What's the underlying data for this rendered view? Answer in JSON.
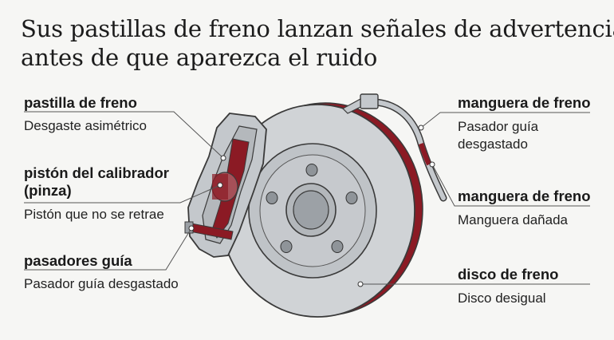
{
  "title_line1": "Sus pastillas de freno lanzan señales de advertencia",
  "title_line2": "antes de que aparezca el ruido",
  "labels": {
    "pastilla": {
      "head": "pastilla de freno",
      "sub": "Desgaste asimétrico"
    },
    "piston": {
      "head1": "pistón del calibrador",
      "head2": "(pinza)",
      "sub": "Pistón que no se retrae"
    },
    "pasadores": {
      "head": "pasadores guía",
      "sub": "Pasador guía desgastado"
    },
    "manguera1": {
      "head": "manguera de freno",
      "sub1": "Pasador guía",
      "sub2": "desgastado"
    },
    "manguera2": {
      "head": "manguera de freno",
      "sub": "Manguera dañada"
    },
    "disco": {
      "head": "disco de freno",
      "sub": "Disco desigual"
    }
  },
  "colors": {
    "background": "#f6f6f4",
    "metal": "#c9cccf",
    "metal_dark": "#9a9fa4",
    "accent_red": "#8b1a24",
    "outline": "#3a3a3a"
  }
}
